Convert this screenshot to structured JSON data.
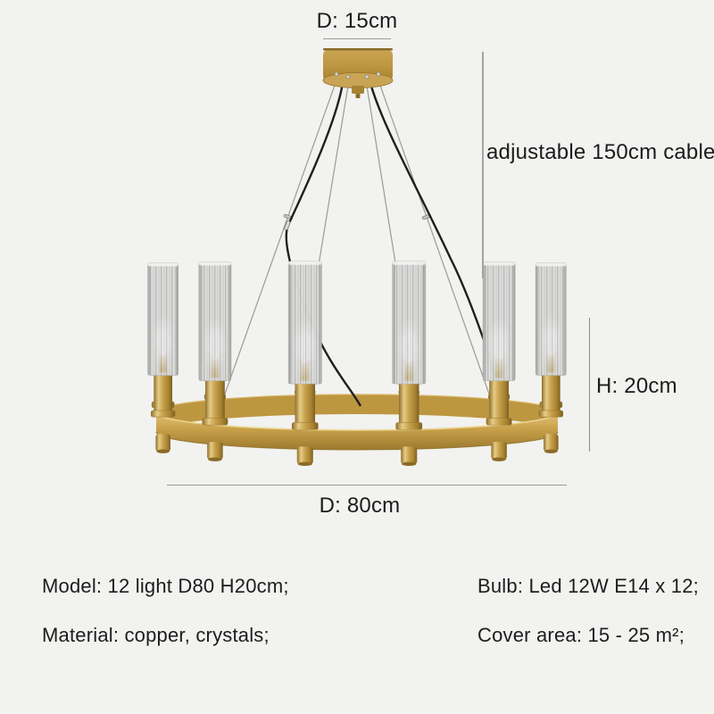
{
  "annotations": {
    "canopy_diameter": "D: 15cm",
    "cable": "adjustable 150cm cable",
    "fixture_height": "H: 20cm",
    "fixture_diameter": "D: 80cm"
  },
  "specs": {
    "model": "Model: 12 light D80 H20cm;",
    "bulb": "Bulb: Led 12W E14 x 12;",
    "material": "Material: copper, crystals;",
    "cover_area": "Cover area: 15 - 25 m²;"
  },
  "colors": {
    "background": "#f2f2f0",
    "text": "#1c1c1c",
    "dimension_line": "#9a9a9a",
    "brass": "#c49c48",
    "brass_light": "#e6cc86",
    "brass_dark": "#8f6f2c",
    "glass": "#e3e3e1",
    "cable_black": "#1f1f1f"
  }
}
